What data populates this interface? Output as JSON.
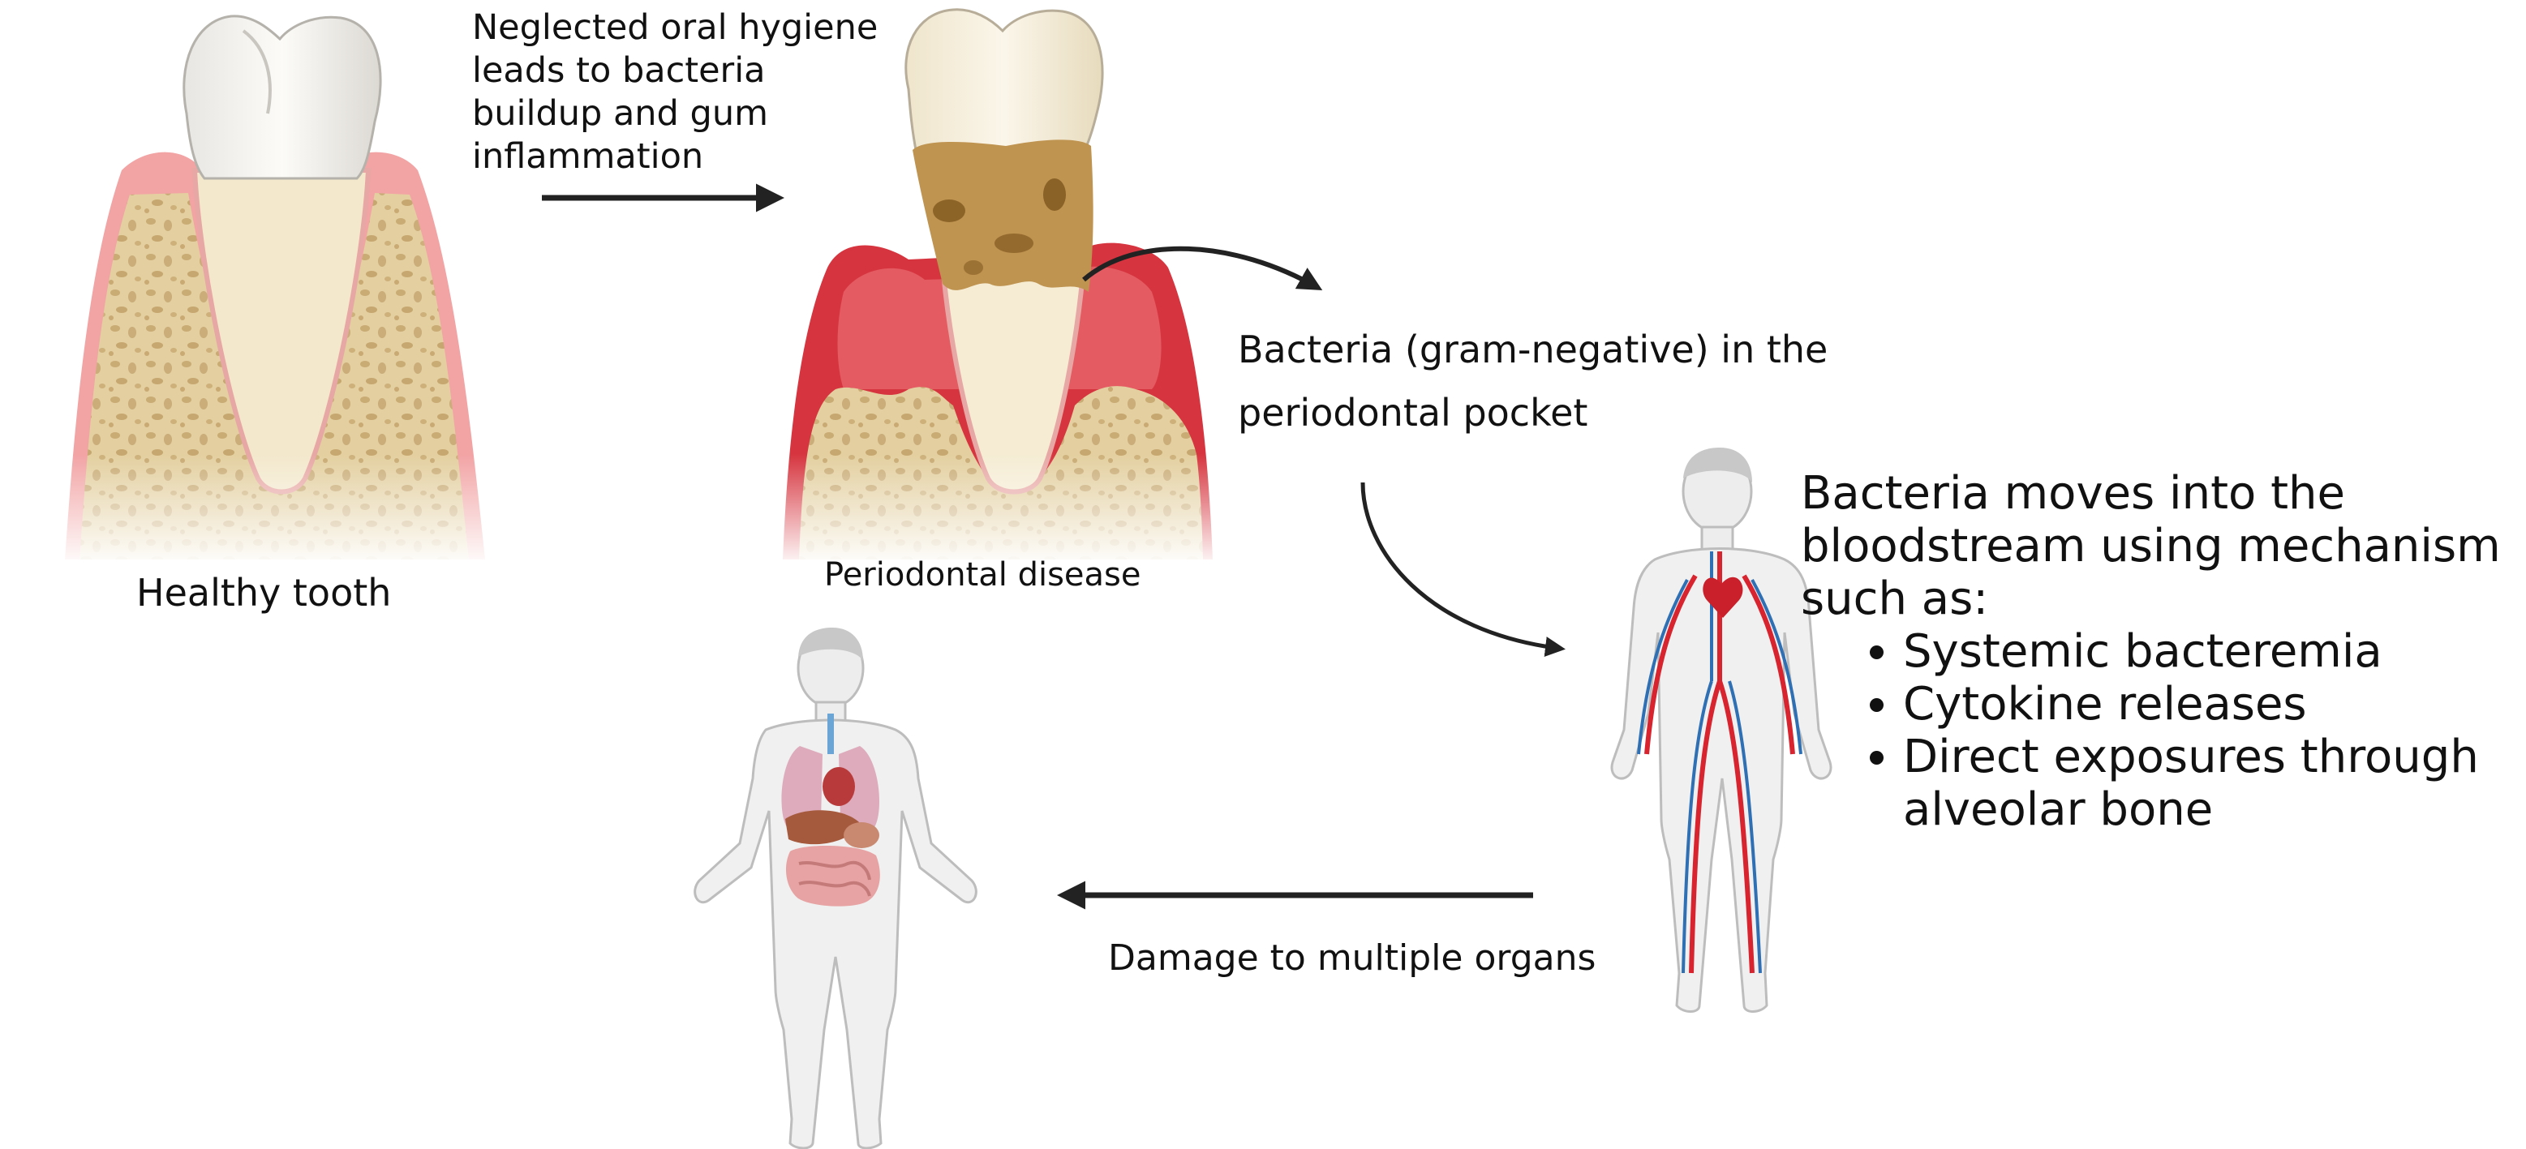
{
  "labels": {
    "step1": "Neglected oral hygiene leads to bacteria buildup and gum inflammation",
    "healthy": "Healthy tooth",
    "periodontal": "Periodontal disease",
    "bacteria": "Bacteria (gram-negative) in the periodontal pocket",
    "mechanism_intro": "Bacteria moves into the bloodstream using mechanism such as:",
    "mechanisms": [
      "Systemic bacteremia",
      "Cytokine releases",
      "Direct exposures through alveolar bone"
    ],
    "damage": "Damage to multiple organs"
  },
  "colors": {
    "gum_pink": "#f2a3a4",
    "gum_inflamed": "#d6353f",
    "bone": "#e3cf9f",
    "tooth_enamel": "#f4f1ea",
    "tartar": "#b88c48",
    "arrow": "#222222",
    "artery": "#d8242f",
    "vein": "#2f6fb3",
    "body_outline": "#b9b9b9"
  },
  "icons": [
    "healthy-tooth-illustration",
    "periodontal-tooth-illustration",
    "circulatory-body-illustration",
    "organs-body-illustration"
  ]
}
